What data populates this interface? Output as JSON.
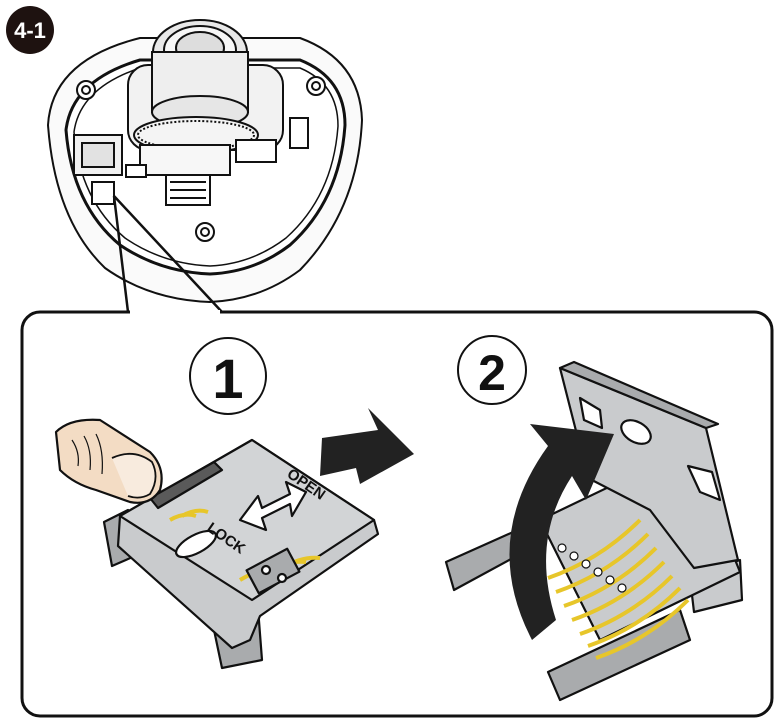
{
  "figure": {
    "badge": "4-1",
    "steps": [
      {
        "number": "1"
      },
      {
        "number": "2"
      }
    ],
    "tray_labels": {
      "open": "OPEN",
      "lock": "LOCK"
    }
  },
  "colors": {
    "badge_fill": "#1e1210",
    "outline": "#111111",
    "tray_fill": "#c9cbcd",
    "tray_shade": "#a9abad",
    "pin_gold": "#e7c62a",
    "skin": "#f3dcc4",
    "arrow": "#222222"
  },
  "icons": [
    "camera-dome",
    "finger",
    "sd-tray",
    "arrow-right",
    "arrow-curved"
  ]
}
